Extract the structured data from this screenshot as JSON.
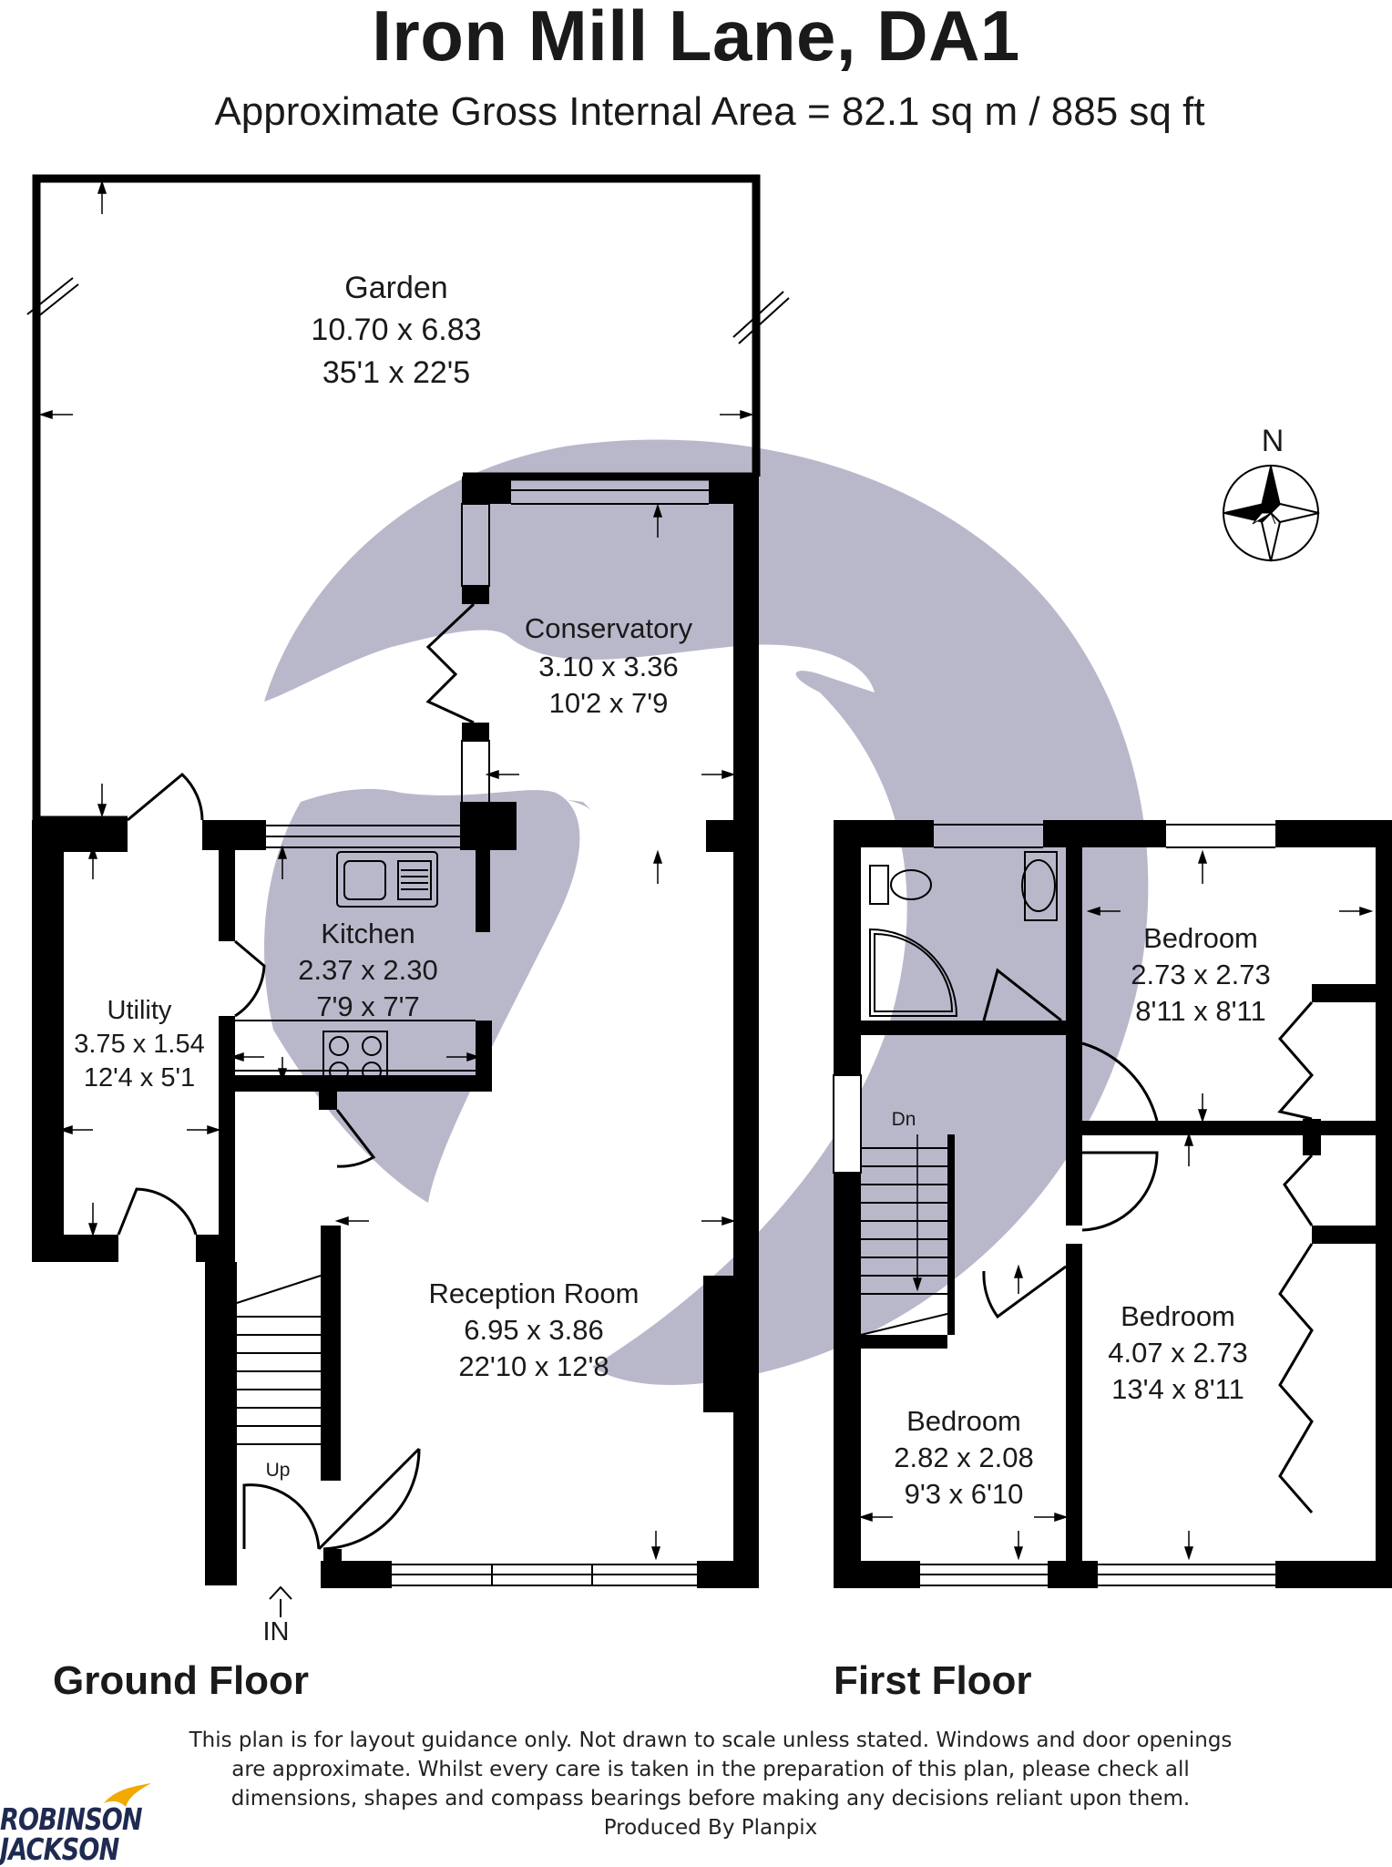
{
  "header": {
    "title": "Iron Mill Lane, DA1",
    "subtitle": "Approximate Gross Internal Area = 82.1 sq m / 885 sq ft"
  },
  "compass": {
    "label": "N"
  },
  "rooms": {
    "garden": {
      "name": "Garden",
      "metric": "10.70 x 6.83",
      "imperial": "35'1 x 22'5"
    },
    "conservatory": {
      "name": "Conservatory",
      "metric": "3.10 x 3.36",
      "imperial": "10'2 x 7'9"
    },
    "kitchen": {
      "name": "Kitchen",
      "metric": "2.37 x 2.30",
      "imperial": "7'9 x 7'7"
    },
    "utility": {
      "name": "Utility",
      "metric": "3.75 x 1.54",
      "imperial": "12'4 x 5'1"
    },
    "reception": {
      "name": "Reception Room",
      "metric": "6.95 x 3.86",
      "imperial": "22'10 x 12'8"
    },
    "bedroom1": {
      "name": "Bedroom",
      "metric": "2.73 x 2.73",
      "imperial": "8'11 x 8'11"
    },
    "bedroom2": {
      "name": "Bedroom",
      "metric": "4.07 x 2.73",
      "imperial": "13'4 x 8'11"
    },
    "bedroom3": {
      "name": "Bedroom",
      "metric": "2.82 x 2.08",
      "imperial": "9'3 x 6'10"
    }
  },
  "markers": {
    "up": "Up",
    "down": "Dn",
    "entrance": "IN"
  },
  "floors": {
    "ground": "Ground Floor",
    "first": "First Floor"
  },
  "disclaimer": {
    "line1": "This plan is for layout guidance only. Not drawn to scale unless stated. Windows and door openings",
    "line2": "are approximate. Whilst every care is taken in the preparation of this plan, please check all",
    "line3": "dimensions, shapes and compass bearings before making any decisions reliant upon them.",
    "line4": "Produced By Planpix"
  },
  "logo": {
    "line1": "ROBINSON",
    "line2": "JACKSON"
  },
  "colors": {
    "wall": "#000000",
    "watermark": "#b9b8cb",
    "logo": "#1f2a52",
    "logo_accent": "#f2a900"
  }
}
